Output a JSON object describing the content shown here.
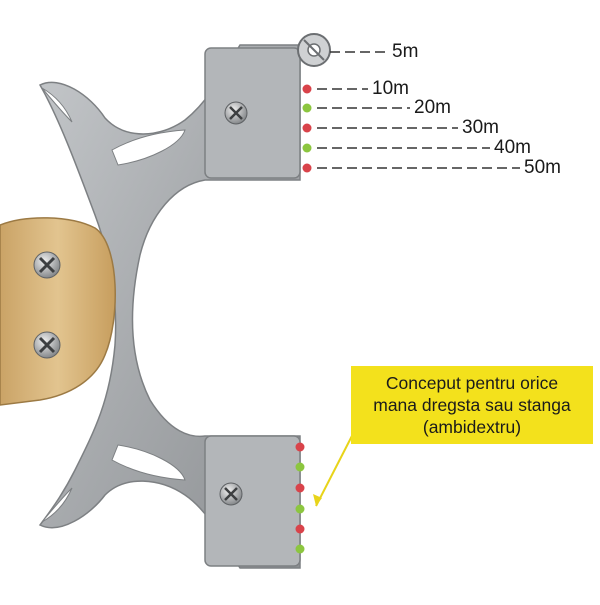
{
  "range_marks": [
    {
      "label": "5m",
      "color": "#9a9a9a"
    },
    {
      "label": "10m",
      "color": "#d9434a"
    },
    {
      "label": "20m",
      "color": "#8cc63f"
    },
    {
      "label": "30m",
      "color": "#d9434a"
    },
    {
      "label": "40m",
      "color": "#8cc63f"
    },
    {
      "label": "50m",
      "color": "#d9434a"
    }
  ],
  "callout": {
    "line1": "Conceput pentru orice",
    "line2": "mana dregsta sau stanga",
    "line3": "(ambidextru)"
  },
  "colors": {
    "metal": "#a9acaf",
    "metal_dark": "#8d9093",
    "wood": "#d8b77e",
    "callout_bg": "#f3e11c",
    "bead_red": "#d9434a",
    "bead_green": "#8cc63f"
  },
  "icons": [
    "screw-icon",
    "rotating-sight-icon"
  ]
}
